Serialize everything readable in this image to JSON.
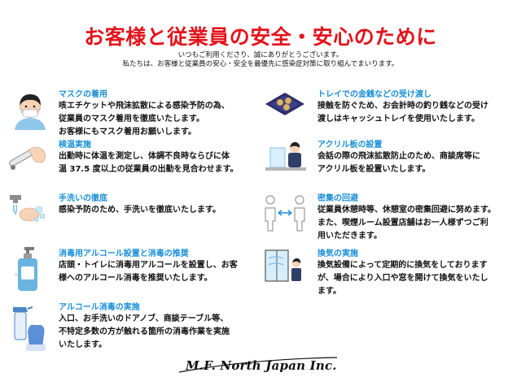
{
  "title": "お客様と従業員の安全・安心のために",
  "subtitle_line1": "いつもご利用くださり、誠にありがとうございます。",
  "subtitle_line2": "私たちは、お客様と従業員の安心・安全を最優先に感染症対策に取り組んでまいります。",
  "left": [
    {
      "heading": "マスクの着用",
      "lines": [
        "咳エチケットや飛沫拡散による感染予防の為、",
        "従業員のマスク着用を徹底いたします。",
        "お客様にもマスク着用お願いします。"
      ],
      "icon": "mask-person-icon"
    },
    {
      "heading": "検温実施",
      "lines": [
        "出勤時に体温を測定し、体調不良時ならびに体",
        "温 37.5 度以上の従業員の出勤を見合わせます。"
      ],
      "icon": "thermometer-icon"
    },
    {
      "heading": "手洗いの徹底",
      "lines": [
        "感染予防のため、手洗いを徹底いたします。"
      ],
      "icon": "handwash-icon"
    },
    {
      "heading": "消毒用アルコール設置と消毒の推奨",
      "lines": [
        "店頭・トイレに消毒用アルコールを設置し、お客",
        "様へのアルコール消毒を推奨いたします。"
      ],
      "icon": "sanitizer-bottle-icon"
    },
    {
      "heading": "アルコール消毒の実施",
      "lines": [
        "入口、お手洗いのドアノブ、商談テーブル等、",
        "不特定多数の方が触れる箇所の消毒作業を実施",
        "いたします。"
      ],
      "icon": "spray-glove-icon"
    }
  ],
  "right": [
    {
      "heading": "トレイでの金銭などの受け渡し",
      "lines": [
        "接触を防ぐため、お会計時の釣り銭などの受け",
        "渡しはキャッシュトレイを使用いたします。"
      ],
      "icon": "cash-tray-icon"
    },
    {
      "heading": "アクリル板の設置",
      "lines": [
        "会話の際の飛沫拡散防止のため、商談席等に",
        "アクリル板を設置いたします。"
      ],
      "icon": "acrylic-panel-icon"
    },
    {
      "heading": "密集の回避",
      "lines": [
        "従業員休憩時等、休憩室の密集回避に努めます。",
        "また、喫煙ルーム設置店舗はお一人様ずつご利",
        "用いただきます。"
      ],
      "icon": "social-distance-icon"
    },
    {
      "heading": "換気の実施",
      "lines": [
        "換気設備によって定期的に換気をしております",
        "が、場合により入口や窓を開けて換気をいたし",
        "ます。"
      ],
      "icon": "open-window-icon"
    }
  ],
  "company": "M.F. North Japan Inc.",
  "colors": {
    "title": "#e3131b",
    "heading": "#1a8fd8",
    "body": "#111111"
  }
}
